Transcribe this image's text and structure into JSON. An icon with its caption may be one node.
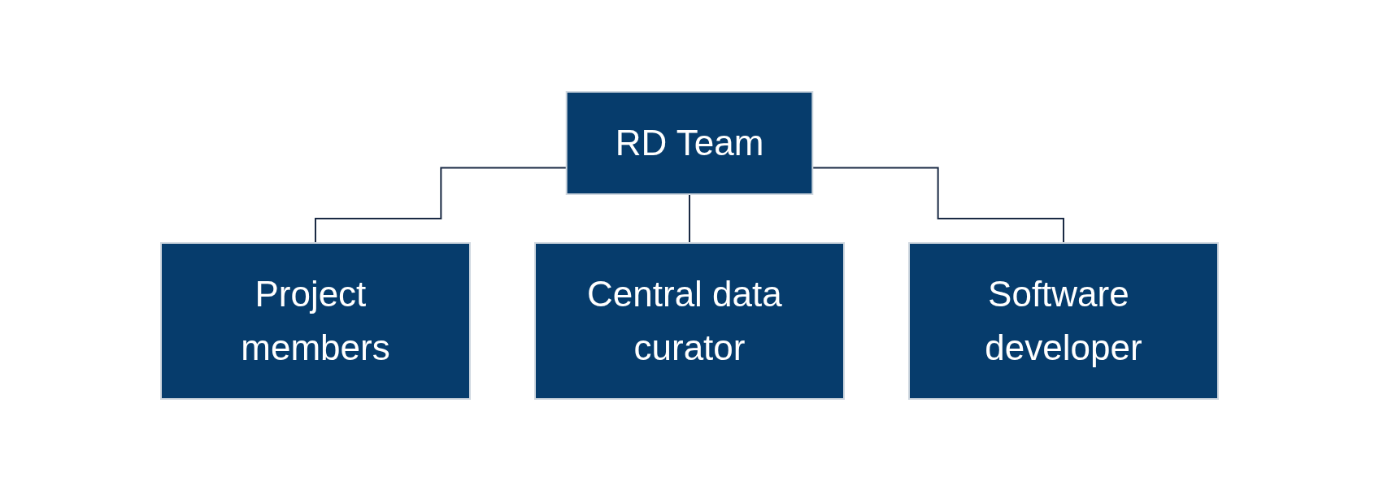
{
  "diagram": {
    "nodes": [
      {
        "text": [
          "RD Team"
        ]
      },
      {
        "text": [
          "Project members"
        ]
      },
      {
        "text": [
          "Central data curator"
        ]
      },
      {
        "text": [
          "Software developer"
        ]
      }
    ],
    "edges": [
      {
        "from": 0,
        "to": 1,
        "arrow": "none"
      },
      {
        "from": 0,
        "to": 2,
        "arrow": "none"
      },
      {
        "from": 0,
        "to": 3,
        "arrow": "none"
      }
    ]
  }
}
